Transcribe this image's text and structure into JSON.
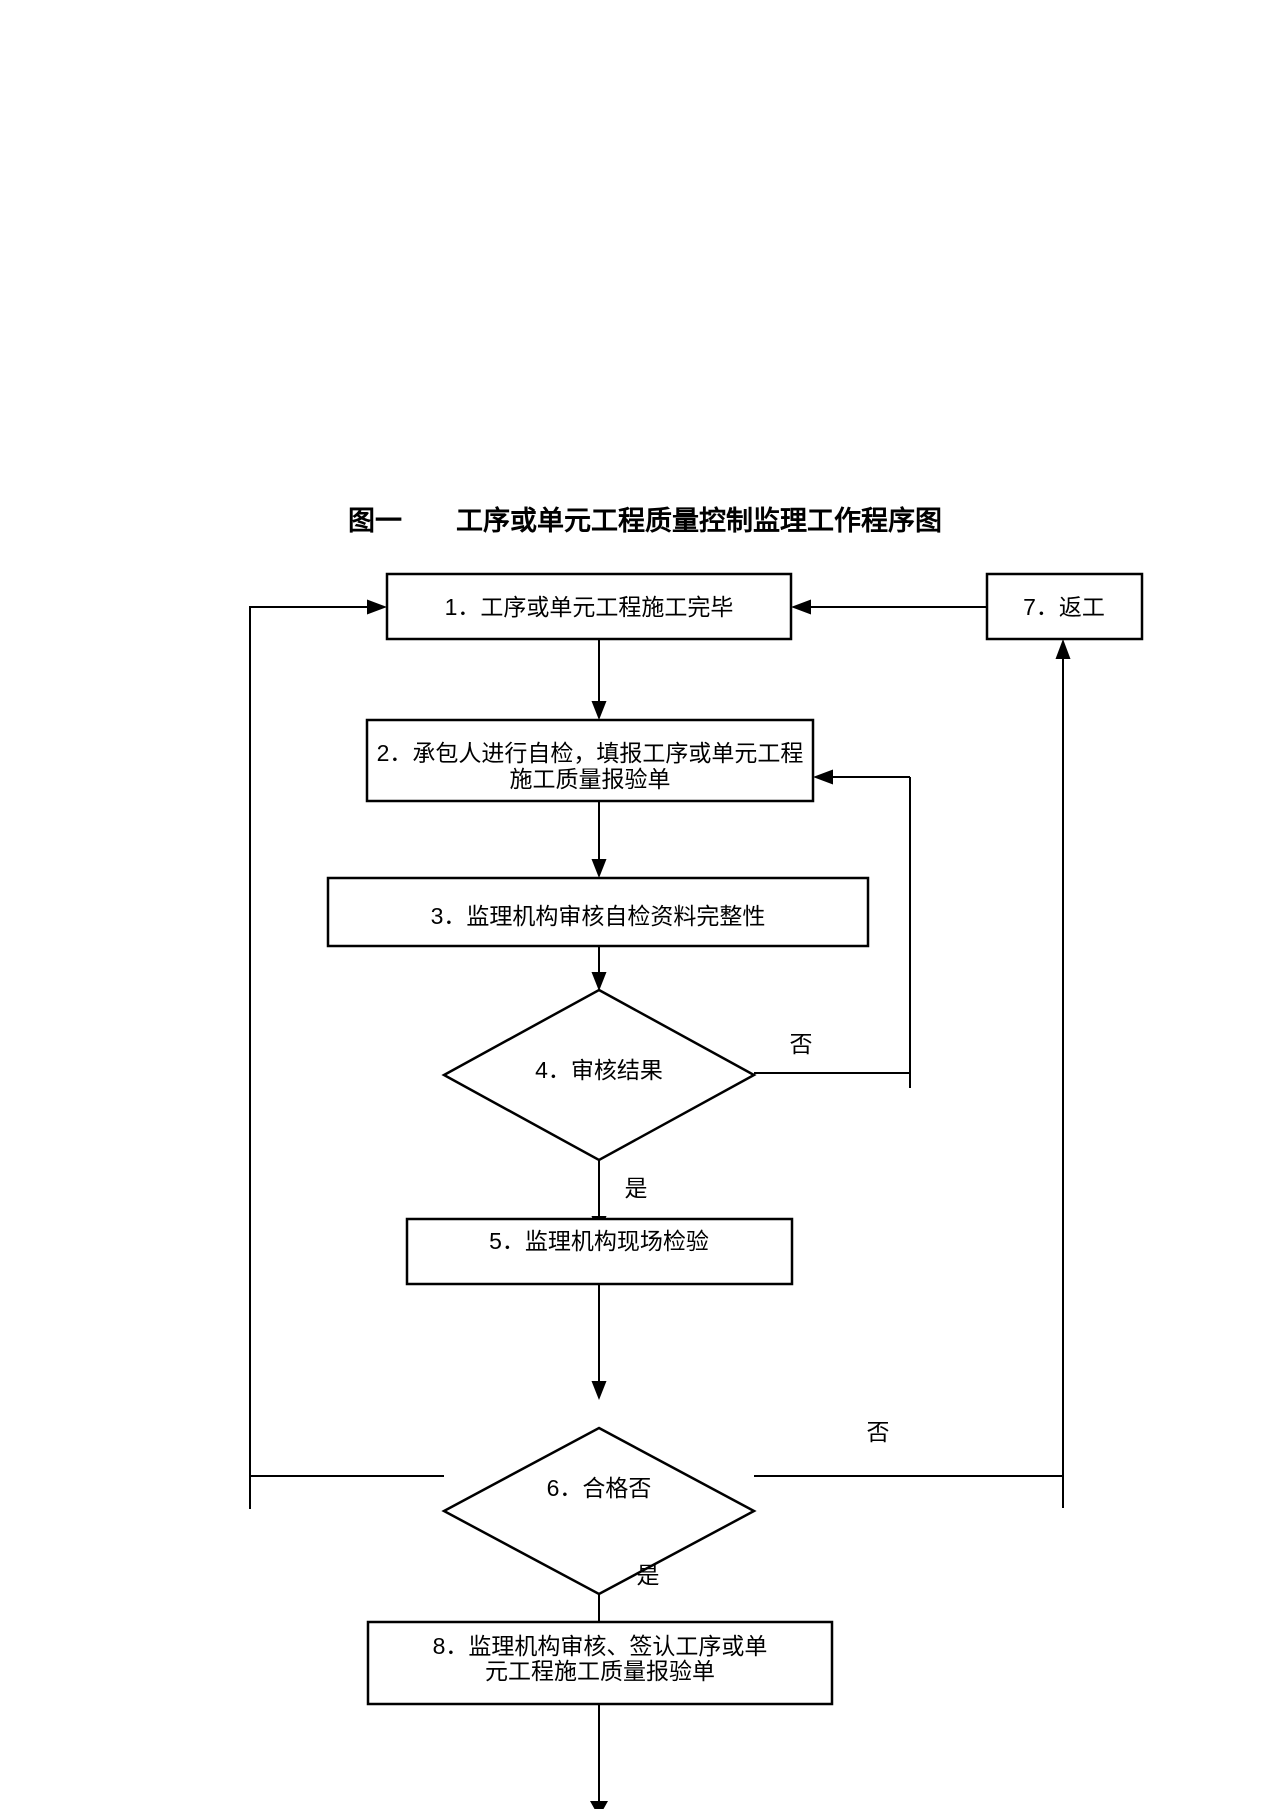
{
  "title": "图一　　工序或单元工程质量控制监理工作程序图",
  "nodes": {
    "n1": {
      "label": "1．工序或单元工程施工完毕"
    },
    "n2": {
      "line1": "2．承包人进行自检，填报工序或单元工程",
      "line2": "施工质量报验单"
    },
    "n3": {
      "label": "3．监理机构审核自检资料完整性"
    },
    "n4": {
      "label": "4．审核结果"
    },
    "n5": {
      "label": "5．监理机构现场检验"
    },
    "n6": {
      "label": "6．合格否"
    },
    "n7": {
      "label": "7．返工"
    },
    "n8": {
      "line1": "8．监理机构审核、签认工序或单",
      "line2": "元工程施工质量报验单"
    }
  },
  "branch_labels": {
    "step4_no": "否",
    "step4_yes": "是",
    "step6_no": "否",
    "step6_yes": "是"
  },
  "colors": {
    "background": "#ffffff",
    "line": "#000000",
    "text": "#000000"
  }
}
